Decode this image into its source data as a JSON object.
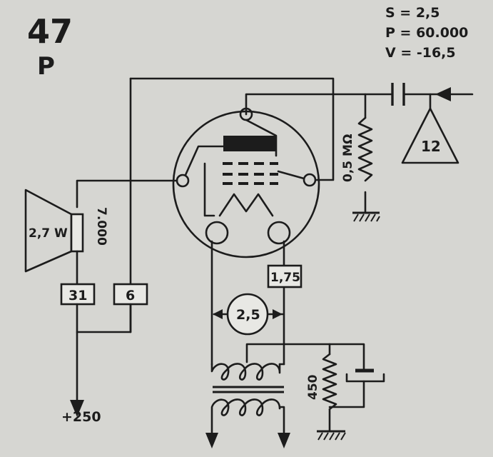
{
  "title": {
    "number": "47",
    "letter": "P"
  },
  "specs": {
    "s": "S = 2,5",
    "p": "P = 60.000",
    "v": "V = -16,5"
  },
  "input_block": "12",
  "grid_resistor": "0,5 MΩ",
  "speaker": {
    "power": "2,7 W",
    "impedance": "7.000"
  },
  "box_31": "31",
  "box_6": "6",
  "supply": "+250",
  "heater_box": "1,75",
  "heater_voltage": "2,5",
  "cathode_resistor": "450"
}
